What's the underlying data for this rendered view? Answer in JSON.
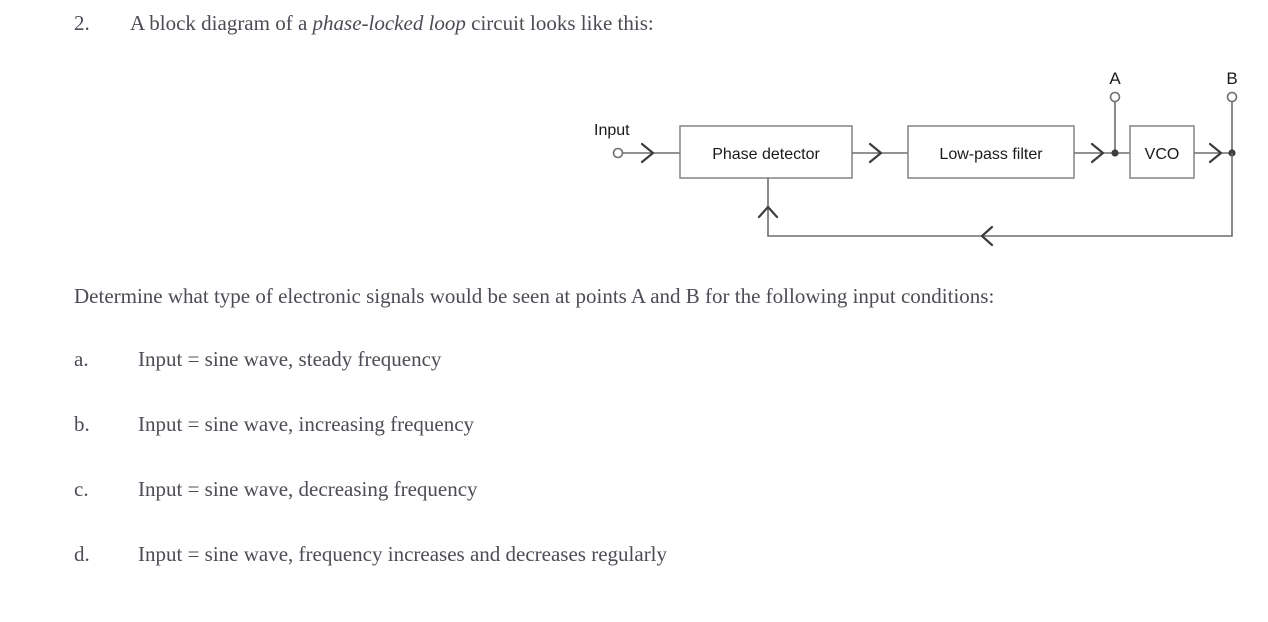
{
  "question": {
    "number": "2.",
    "text_before": "A block diagram of a ",
    "emphasis": "phase-locked loop",
    "text_after": " circuit looks like this:"
  },
  "diagram": {
    "name": "phase-locked-loop-block-diagram",
    "input_label": "Input",
    "blocks": [
      {
        "id": "phase-detector",
        "label": "Phase detector"
      },
      {
        "id": "low-pass-filter",
        "label": "Low-pass filter"
      },
      {
        "id": "vco",
        "label": "VCO"
      }
    ],
    "test_points": [
      {
        "id": "point-a",
        "label": "A"
      },
      {
        "id": "point-b",
        "label": "B"
      }
    ],
    "line_color": "#6e6e6e",
    "label_color": "#1a1a1a",
    "box_fill": "#ffffff"
  },
  "prompt": "Determine what type of electronic signals would be seen at points A and B for the following input conditions:",
  "conditions": [
    {
      "letter": "a.",
      "text": "Input = sine wave, steady frequency"
    },
    {
      "letter": "b.",
      "text": "Input = sine wave, increasing frequency"
    },
    {
      "letter": "c.",
      "text": "Input = sine wave, decreasing frequency"
    },
    {
      "letter": "d.",
      "text": "Input = sine wave, frequency increases and decreases regularly"
    }
  ],
  "colors": {
    "body_text": "#4c4c55",
    "background": "#ffffff"
  }
}
